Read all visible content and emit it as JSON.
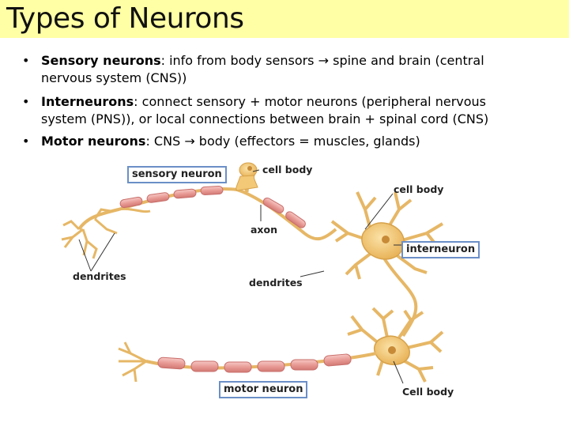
{
  "slide": {
    "title": "Types of Neurons",
    "bullets": [
      {
        "term": "Sensory neurons",
        "text_before_arrow": ": info from body sensors ",
        "arrow": "→",
        "text_after_arrow": " spine and brain (central",
        "line2": "nervous system (CNS))"
      },
      {
        "term": "Interneurons",
        "line1_rest": ": connect sensory + motor neurons (peripheral nervous",
        "line2": "system (PNS)), or local connections between brain + spinal cord (CNS)"
      },
      {
        "term": "Motor neurons",
        "text_before_arrow": ": CNS ",
        "arrow": "→",
        "text_after_arrow": " body (effectors = muscles, glands)"
      }
    ],
    "bullet_char": "•"
  },
  "diagram": {
    "labels": {
      "sensory_neuron": "sensory neuron",
      "cell_body_top": "cell body",
      "cell_body_right": "cell body",
      "axon": "axon",
      "interneuron": "interneuron",
      "dendrites_left": "dendrites",
      "dendrites_center": "dendrites",
      "motor_neuron": "motor neuron",
      "cell_body_bottom": "Cell body"
    },
    "colors": {
      "neuron_fill": "#f3c877",
      "neuron_stroke": "#d7a24a",
      "myelin_fill": "#eaa3a0",
      "myelin_stroke": "#c86e6a",
      "label_border": "#6b8fc7"
    }
  }
}
